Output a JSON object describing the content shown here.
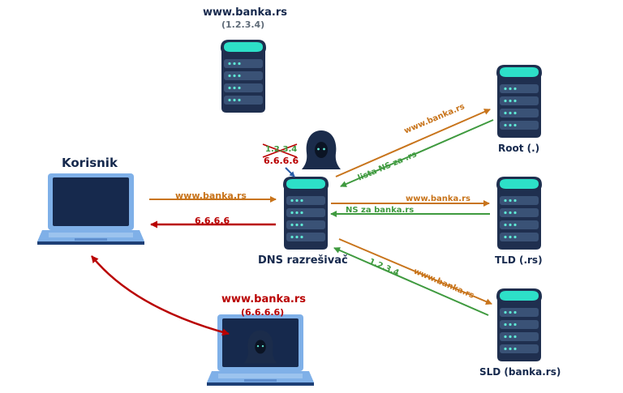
{
  "top_server": {
    "name": "www.banka.rs",
    "ip": "(1.2.3.4)"
  },
  "user": {
    "label": "Korisnik"
  },
  "resolver": {
    "label": "DNS razrešivač"
  },
  "poison": {
    "old_ip": "1.2.3.4",
    "new_ip": "6.6.6.6"
  },
  "servers": {
    "root": "Root (.)",
    "tld": "TLD (.rs)",
    "sld": "SLD (banka.rs)"
  },
  "flows": {
    "user_query": "www.banka.rs",
    "user_answer": "6.6.6.6",
    "root_query": "www.banka.rs",
    "root_answer": "lista NS za .rs",
    "tld_query": "www.banka.rs",
    "tld_answer": "NS za banka.rs",
    "sld_query": "www.banka.rs",
    "sld_answer": "1.2.3.4"
  },
  "fake_server": {
    "name": "www.banka.rs",
    "ip": "(6.6.6.6)"
  },
  "colors": {
    "navy": "#16294d",
    "red": "#b90000",
    "orange": "#c8741b",
    "green": "#3f9a3f",
    "server_top": "#2de0c8",
    "server_body": "#1f2f4f"
  }
}
